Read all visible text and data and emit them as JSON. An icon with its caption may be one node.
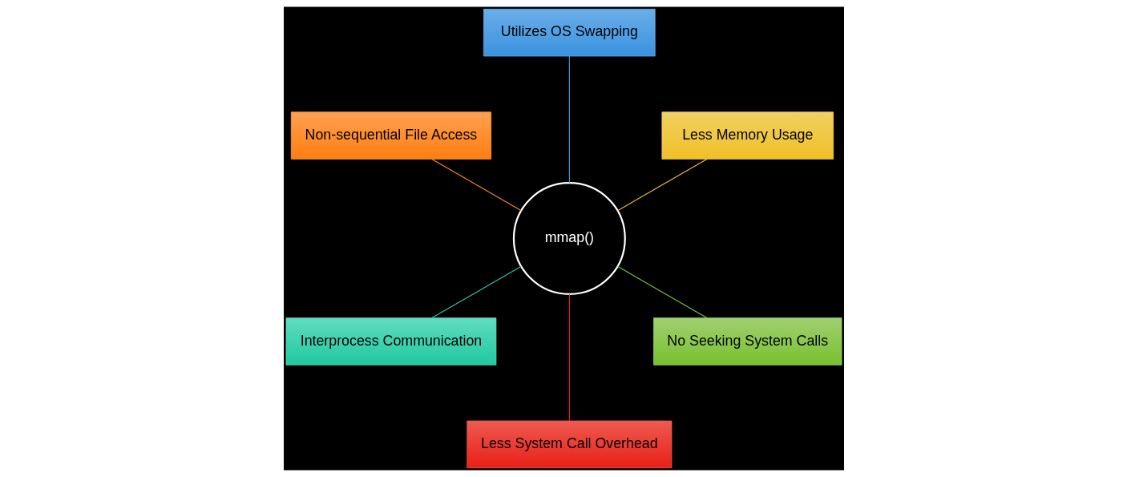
{
  "diagram": {
    "nodes": [
      {
        "text": [
          "Less Memory Usage"
        ]
      },
      {
        "text": [
          "Utilizes OS Swapping"
        ]
      },
      {
        "text": [
          "Non-sequential File Access"
        ]
      },
      {
        "text": [
          "mmap()"
        ]
      },
      {
        "text": [
          "Interprocess Communication"
        ]
      },
      {
        "text": [
          "Less System Call Overhead"
        ]
      },
      {
        "text": [
          "No Seeking System Calls"
        ]
      }
    ],
    "edges": [
      {
        "from": 3,
        "to": 0,
        "arrow": "none",
        "color": "#f0c030"
      },
      {
        "from": 3,
        "to": 1,
        "arrow": "none",
        "color": "#4a9be0"
      },
      {
        "from": 3,
        "to": 2,
        "arrow": "none",
        "color": "#ff8a20"
      },
      {
        "from": 3,
        "to": 4,
        "arrow": "none",
        "color": "#2ec8a8"
      },
      {
        "from": 3,
        "to": 5,
        "arrow": "none",
        "color": "#e03020"
      },
      {
        "from": 3,
        "to": 6,
        "arrow": "none",
        "color": "#80c040"
      }
    ]
  }
}
